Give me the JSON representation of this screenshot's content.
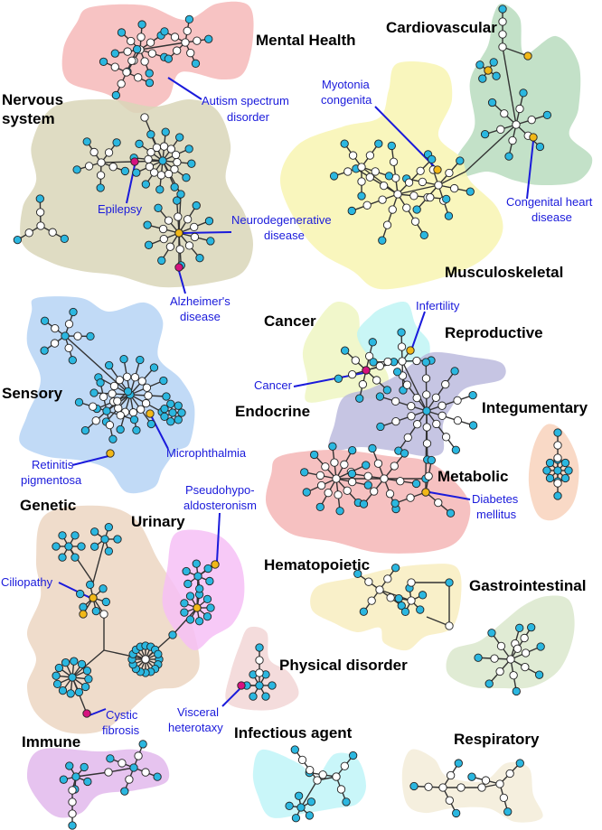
{
  "legend": {
    "node_colors": {
      "leaf": "#2bb7e0",
      "internal": "#ffffff",
      "highlight_orange": "#f2b818",
      "highlight_magenta": "#d6127f"
    },
    "edge_color": "#333333",
    "annotation_color": "#1a1adb"
  },
  "clusters": [
    {
      "id": "mental",
      "label": "Mental Health",
      "color": "#f6b8b8"
    },
    {
      "id": "nervous",
      "label": "Nervous system",
      "label_lines": [
        "Nervous",
        "system"
      ],
      "color": "#d9d6b8"
    },
    {
      "id": "cardio",
      "label": "Cardiovascular",
      "color": "#b8dcbe"
    },
    {
      "id": "musculo",
      "label": "Musculoskeletal",
      "color": "#f8f5b2"
    },
    {
      "id": "sensory",
      "label": "Sensory",
      "color": "#b6d3f5"
    },
    {
      "id": "cancer",
      "label": "Cancer",
      "color": "#eef6c2"
    },
    {
      "id": "reproductive",
      "label": "Reproductive",
      "color": "#bff5f5"
    },
    {
      "id": "endocrine",
      "label": "Endocrine",
      "color": "#b8b6dc"
    },
    {
      "id": "integumentary",
      "label": "Integumentary",
      "color": "#f8d2bc"
    },
    {
      "id": "metabolic",
      "label": "Metabolic",
      "color": "#f4b6b6"
    },
    {
      "id": "genetic",
      "label": "Genetic",
      "color": "#ecd6c2"
    },
    {
      "id": "urinary",
      "label": "Urinary",
      "color": "#f6bff6"
    },
    {
      "id": "hematopoietic",
      "label": "Hematopoietic",
      "color": "#f8edc0"
    },
    {
      "id": "gastro",
      "label": "Gastrointestinal",
      "color": "#dae8cc"
    },
    {
      "id": "physical",
      "label": "Physical disorder",
      "color": "#f2d6d6"
    },
    {
      "id": "immune",
      "label": "Immune",
      "color": "#e2b9ec"
    },
    {
      "id": "infectious",
      "label": "Infectious agent",
      "color": "#bff4f8"
    },
    {
      "id": "respiratory",
      "label": "Respiratory",
      "color": "#f3ecd8"
    }
  ],
  "annotations": [
    {
      "id": "autism",
      "lines": [
        "Autism spectrum",
        "disorder"
      ],
      "node_color": "highlight_orange"
    },
    {
      "id": "myotonia",
      "lines": [
        "Myotonia",
        "congenita"
      ],
      "node_color": "highlight_orange"
    },
    {
      "id": "epilepsy",
      "lines": [
        "Epilepsy"
      ],
      "node_color": "highlight_magenta"
    },
    {
      "id": "neurodeg",
      "lines": [
        "Neurodegenerative",
        "disease"
      ],
      "node_color": "highlight_orange"
    },
    {
      "id": "congheart",
      "lines": [
        "Congenital heart",
        "disease"
      ],
      "node_color": "highlight_orange"
    },
    {
      "id": "alzheimer",
      "lines": [
        "Alzheimer's",
        "disease"
      ],
      "node_color": "highlight_magenta"
    },
    {
      "id": "microph",
      "lines": [
        "Microphthalmia"
      ],
      "node_color": "highlight_orange"
    },
    {
      "id": "retinitis",
      "lines": [
        "Retinitis",
        "pigmentosa"
      ],
      "node_color": "highlight_orange"
    },
    {
      "id": "infertility",
      "lines": [
        "Infertility"
      ],
      "node_color": "highlight_orange"
    },
    {
      "id": "cancer",
      "lines": [
        "Cancer"
      ],
      "node_color": "highlight_magenta"
    },
    {
      "id": "diabetes",
      "lines": [
        "Diabetes",
        "mellitus"
      ],
      "node_color": "highlight_orange"
    },
    {
      "id": "pseudo",
      "lines": [
        "Pseudohypo-",
        "aldosteronism"
      ],
      "node_color": "highlight_orange"
    },
    {
      "id": "ciliopathy",
      "lines": [
        "Ciliopathy"
      ],
      "node_color": "highlight_orange"
    },
    {
      "id": "cystic",
      "lines": [
        "Cystic",
        "fibrosis"
      ],
      "node_color": "highlight_magenta"
    },
    {
      "id": "visceral",
      "lines": [
        "Visceral",
        "heterotaxy"
      ],
      "node_color": "highlight_magenta"
    }
  ]
}
